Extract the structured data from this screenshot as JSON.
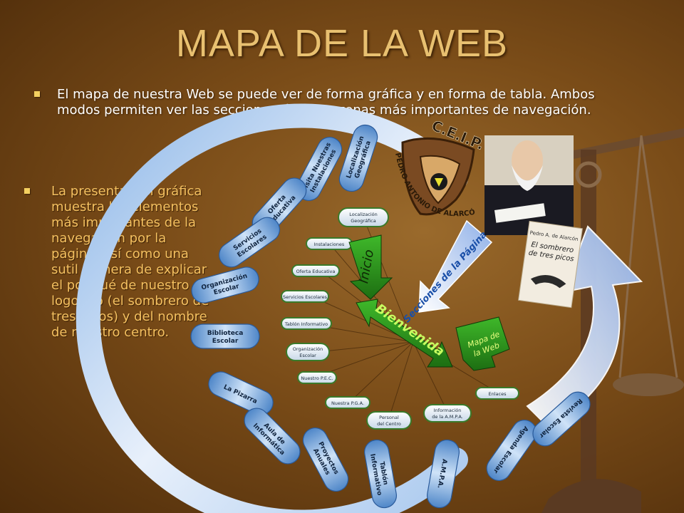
{
  "page": {
    "title": "MAPA DE LA WEB",
    "intro_text": "El mapa de nuestra Web se puede ver de forma gráfica y en forma de tabla. Ambos modos permiten ver las secciones, índice y zonas más importantes de navegación.",
    "side_text": "La presentación gráfica muestra los elementos más importantes de la navegación por la página, así como una sutil manera de explicar el por qué de nuestro logotipo (el sombrero de tres picos) y del nombre de nuestro centro."
  },
  "logo": {
    "top_text": "C.E.I.P.",
    "arc_text": "PEDRO ANTONIO DE ALARCÓN"
  },
  "book": {
    "author": "Pedro A. de Alarcón",
    "title_line1": "El sombrero",
    "title_line2": "de tres picos"
  },
  "diagram": {
    "arrow_sections": "Secciones de la Página Web",
    "center_label": "Bienvenida",
    "inicio_label": "Inicio",
    "map_label_line1": "Mapa de",
    "map_label_line2": "la Web",
    "tubes": [
      {
        "line1": "Localización",
        "line2": "Geográfica"
      },
      {
        "line1": "Visita Nuestras",
        "line2": "Instalaciones"
      },
      {
        "line1": "Oferta",
        "line2": "Educativa"
      },
      {
        "line1": "Servicios",
        "line2": "Escolares"
      },
      {
        "line1": "Organización",
        "line2": "Escolar"
      },
      {
        "line1": "Biblioteca",
        "line2": "Escolar"
      },
      {
        "line1": "La Pizarra",
        "line2": ""
      },
      {
        "line1": "Aula de",
        "line2": "Informática"
      },
      {
        "line1": "Proyectos",
        "line2": "Anuales"
      },
      {
        "line1": "Tablón",
        "line2": "Informativo"
      },
      {
        "line1": "A.M.P.A.",
        "line2": ""
      },
      {
        "line1": "Agenda Escolar",
        "line2": ""
      },
      {
        "line1": "Revista Escolar",
        "line2": ""
      }
    ],
    "inner_buttons": [
      {
        "line1": "Localización",
        "line2": "Geográfica"
      },
      {
        "line1": "Instalaciones",
        "line2": ""
      },
      {
        "line1": "Oferta Educativa",
        "line2": ""
      },
      {
        "line1": "Servicios Escolares",
        "line2": ""
      },
      {
        "line1": "Tablón Informativo",
        "line2": ""
      },
      {
        "line1": "Organización",
        "line2": "Escolar"
      },
      {
        "line1": "Nuestro P.E.C.",
        "line2": ""
      },
      {
        "line1": "Nuestra P.G.A.",
        "line2": ""
      },
      {
        "line1": "Personal",
        "line2": "del Centro"
      },
      {
        "line1": "Información",
        "line2": "de la A.M.P.A."
      },
      {
        "line1": "Enlaces",
        "line2": ""
      }
    ]
  },
  "colors": {
    "title": "#e8c070",
    "side_text": "#f4c060",
    "tube_blue": "#6fa8dc",
    "arrow_green": "#2f9a1e",
    "ring": "#c9dcf4"
  }
}
